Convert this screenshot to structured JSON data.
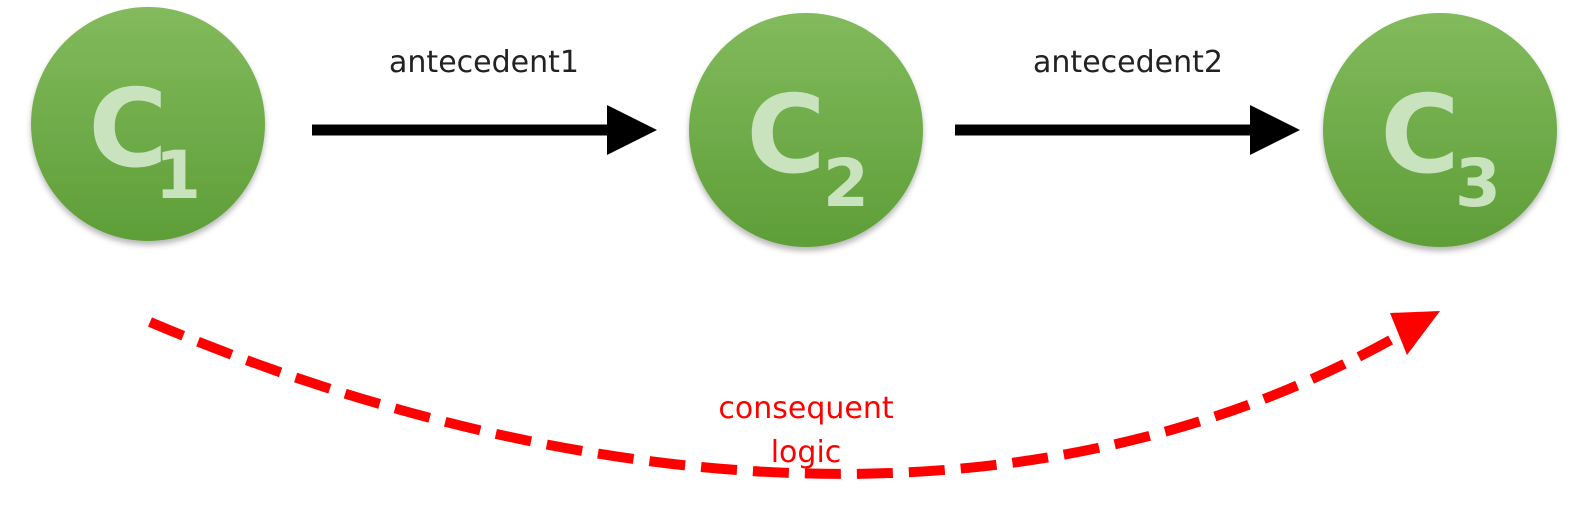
{
  "colors": {
    "node_fill_top": "#82ba5c",
    "node_fill_bottom": "#5e9e38",
    "node_text": "#c8e3bd",
    "edge": "#000000",
    "consequent": "#ff0000"
  },
  "nodes": [
    {
      "letter": "C",
      "subscript": "1"
    },
    {
      "letter": "C",
      "subscript": "2"
    },
    {
      "letter": "C",
      "subscript": "3"
    }
  ],
  "edges": [
    {
      "label": "antecedent1"
    },
    {
      "label": "antecedent2"
    }
  ],
  "consequent": {
    "line1": "consequent",
    "line2": "logic"
  }
}
